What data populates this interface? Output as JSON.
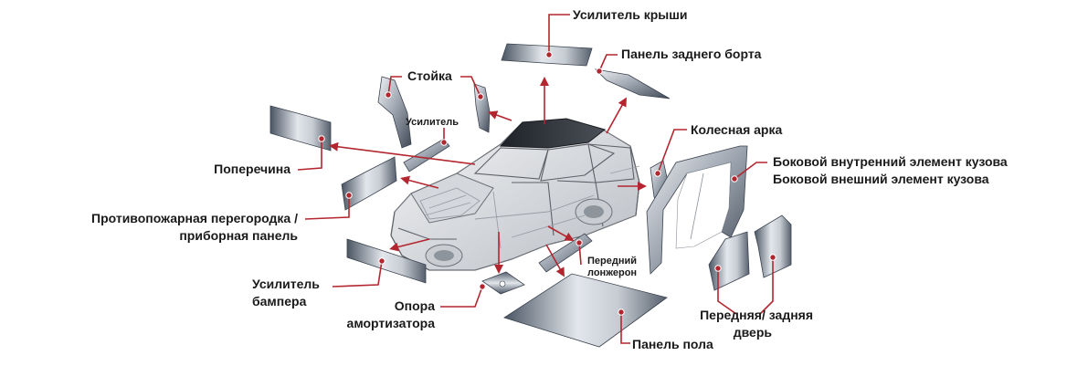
{
  "labels": {
    "roof_reinforcement": "Усилитель крыши",
    "rear_board_panel": "Панель заднего борта",
    "pillar": "Стойка",
    "reinforcement": "Усилитель",
    "wheel_arch": "Колесная арка",
    "side_inner": "Боковой внутренний элемент кузова",
    "side_outer": "Боковой внешний элемент кузова",
    "crossmember": "Поперечина",
    "firewall_line1": "Противопожарная перегородка /",
    "firewall_line2": "приборная панель",
    "front_rail_line1": "Передний",
    "front_rail_line2": "лонжерон",
    "bumper_line1": "Усилитель",
    "bumper_line2": "бампера",
    "strut_line1": "Опора",
    "strut_line2": "амортизатора",
    "door_line1": "Передняя/ задняя",
    "door_line2": "дверь",
    "floor_panel": "Панель пола"
  },
  "colors": {
    "accent": "#b3262f",
    "text": "#1a1a1a",
    "panel_dark": "#4a5563",
    "panel_light": "#e3e7ec",
    "car_body": "#d9dcdf"
  }
}
